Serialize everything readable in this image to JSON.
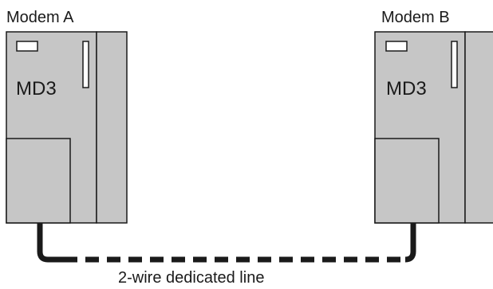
{
  "modem_a": {
    "name": "Modem A",
    "model": "MD3"
  },
  "modem_b": {
    "name": "Modem B",
    "model": "MD3"
  },
  "line": {
    "label": "2-wire dedicated line"
  },
  "colors": {
    "housing": "#c6c6c6",
    "outline": "#1a1a1a",
    "cable": "#1a1a1a"
  }
}
